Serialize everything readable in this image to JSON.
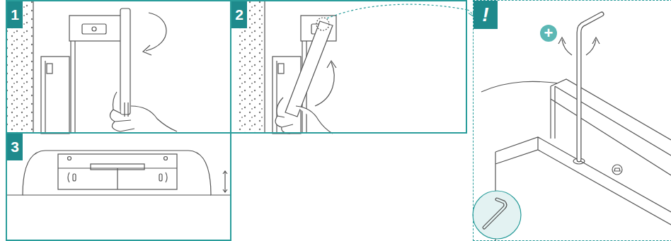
{
  "diagram": {
    "nodes": [
      {
        "text": [
          "1"
        ]
      },
      {
        "text": [
          "2"
        ]
      },
      {
        "text": [
          "3"
        ]
      },
      {
        "text": [
          "!"
        ]
      }
    ],
    "edges": [
      {
        "from": 1,
        "to": 3,
        "arrow": "to"
      }
    ],
    "labels": [
      "+"
    ]
  }
}
